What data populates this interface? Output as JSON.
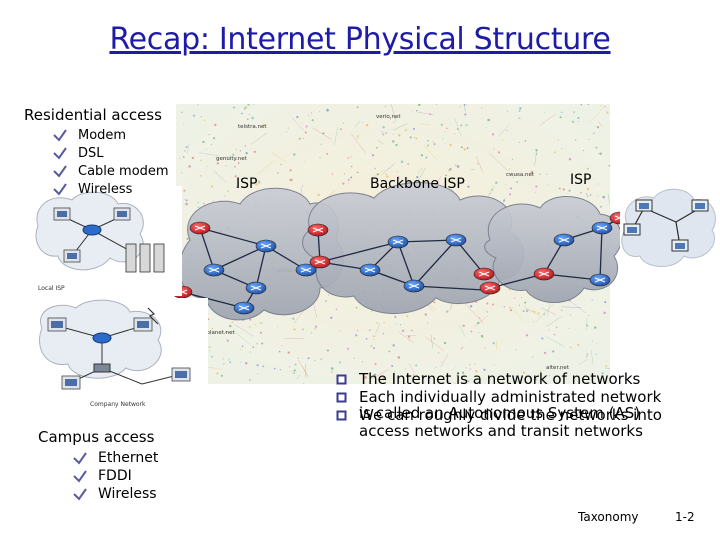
{
  "slide": {
    "title": "Recap: Internet Physical Structure"
  },
  "residential": {
    "heading": "Residential access",
    "items": [
      "Modem",
      "DSL",
      "Cable modem",
      "Wireless"
    ],
    "image_caption": "Local ISP"
  },
  "campus": {
    "heading": "Campus access",
    "items": [
      "Ethernet",
      "FDDI",
      "Wireless"
    ],
    "image_caption": "Company Network"
  },
  "network": {
    "isp_left": "ISP",
    "backbone": "Backbone ISP",
    "isp_right": "ISP"
  },
  "notes": [
    "The Internet is a network of networks",
    "Each individually administrated network is called an Autonomous System (AS)",
    "We can roughly divide the networks into access networks and transit networks"
  ],
  "footer": {
    "topic": "Taxonomy",
    "page": "1-2"
  },
  "colors": {
    "title": "#1d1ba8",
    "bullet": "#5a5aa0",
    "router": "#c62026",
    "router_blue": "#2c6bc9",
    "cloud": "#9aa0ad"
  },
  "icons": {
    "bullet": "checkmark-bullet-icon",
    "note_bullet": "square-bullet-icon",
    "router": "router-icon"
  }
}
